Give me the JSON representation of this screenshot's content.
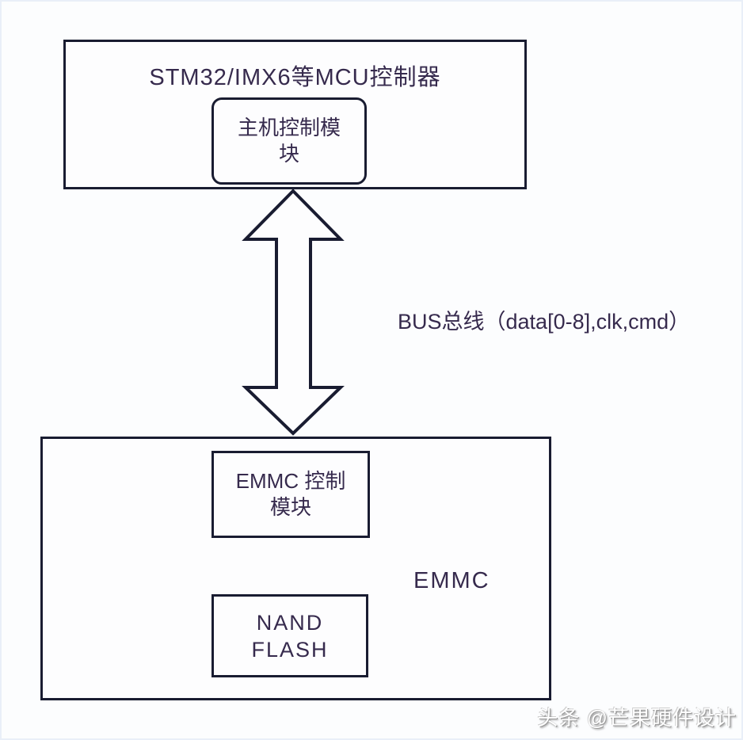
{
  "page": {
    "background": "#fcfdfe",
    "border_color": "#191c31",
    "text_color": "#362a4d"
  },
  "mcu_box": {
    "title": "STM32/IMX6等MCU控制器",
    "host_module": {
      "lines": [
        "主机控制模",
        "块"
      ]
    }
  },
  "bus": {
    "label": "BUS总线（data[0-8],clk,cmd）",
    "arrow": "double-headed-vertical-arrow"
  },
  "emmc_box": {
    "label": "EMMC",
    "controller_module": {
      "lines": [
        "EMMC 控制",
        "模块"
      ]
    },
    "nand_module": {
      "lines": [
        "NAND",
        "FLASH"
      ]
    }
  },
  "watermark": {
    "text": "头条 @芒果硬件设计"
  }
}
